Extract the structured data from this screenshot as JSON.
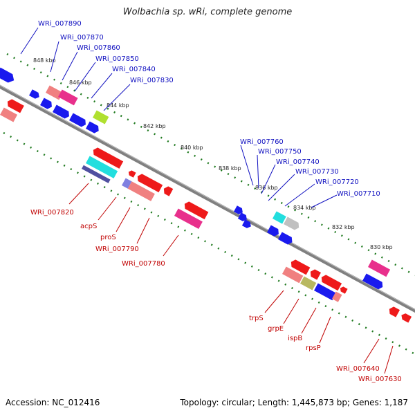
{
  "title": "Wolbachia sp. wRi, complete genome",
  "footer": {
    "accession": "Accession: NC_012416",
    "summary": "Topology: circular; Length: 1,445,873 bp; Genes: 1,187"
  },
  "colors": {
    "backbone": "#808080",
    "ticks": "#1f7a1f",
    "label_top": "#1010c0",
    "label_bottom": "#c00000"
  },
  "ticks": [
    "848 kbp",
    "846 kbp",
    "844 kbp",
    "842 kbp",
    "840 kbp",
    "838 kbp",
    "836 kbp",
    "834 kbp",
    "832 kbp",
    "830 kbp"
  ],
  "labels_top": [
    "WRi_007890",
    "WRi_007870",
    "WRi_007860",
    "WRi_007850",
    "WRi_007840",
    "WRi_007830",
    "WRi_007760",
    "WRi_007750",
    "WRi_007740",
    "WRi_007730",
    "WRi_007720",
    "WRi_007710"
  ],
  "labels_bottom": [
    "WRi_007820",
    "acpS",
    "proS",
    "WRi_007790",
    "WRi_007780",
    "trpS",
    "grpE",
    "ispB",
    "rpsP",
    "WRi_007640",
    "WRi_007630"
  ]
}
